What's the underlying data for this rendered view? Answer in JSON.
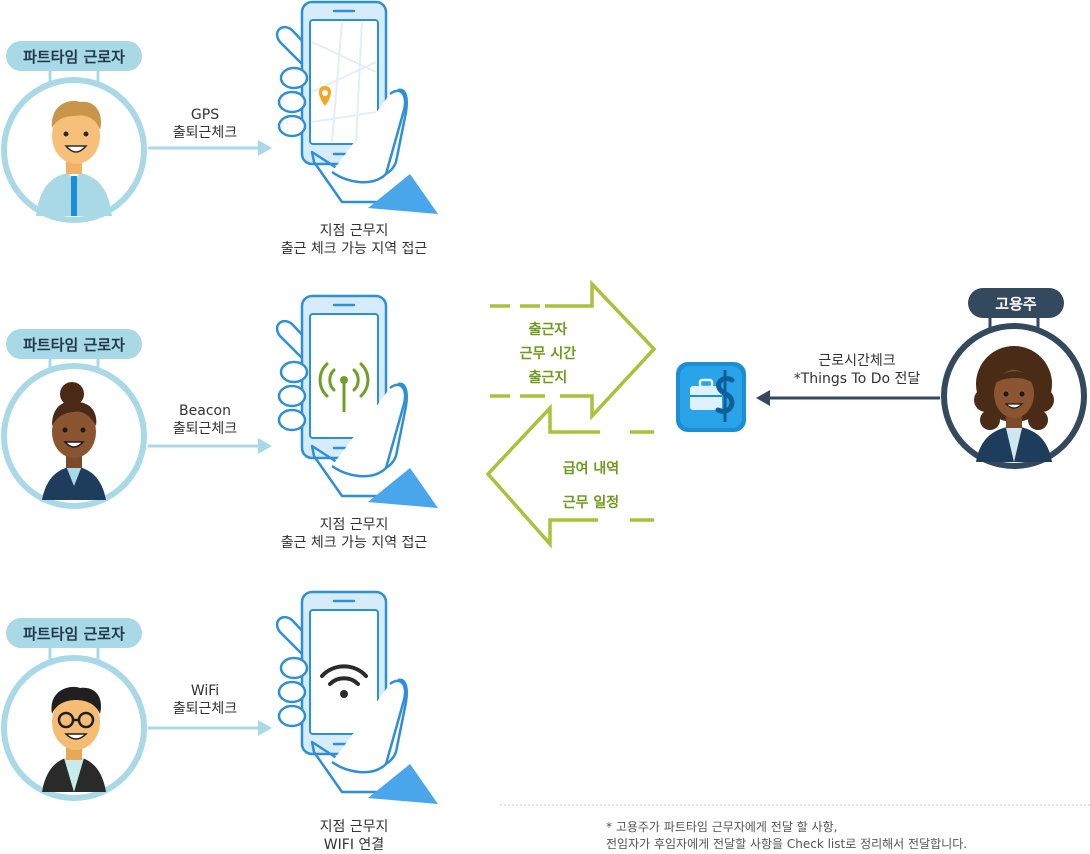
{
  "workers": [
    {
      "tag": "파트타임 근로자",
      "method": "GPS",
      "action": "출퇴근체크",
      "loc_line1": "지점 근무지",
      "loc_line2": "출근 체크 가능 지역 접근"
    },
    {
      "tag": "파트타임 근로자",
      "method": "Beacon",
      "action": "출퇴근체크",
      "loc_line1": "지점 근무지",
      "loc_line2": "출근 체크 가능 지역 접근"
    },
    {
      "tag": "파트타임 근로자",
      "method": "WiFi",
      "action": "출퇴근체크",
      "loc_line1": "지점 근무지",
      "loc_line2": "WIFI 연결"
    }
  ],
  "to_app": [
    "출근자",
    "근무 시간",
    "출근지"
  ],
  "from_app": [
    "급여 내역",
    "근무 일정"
  ],
  "employer": {
    "tag": "고용주",
    "line1": "근로시간체크",
    "line2": "*Things To Do 전달"
  },
  "note": {
    "line1": "* 고용주가 파트타임 근무자에게 전달 할 사항,",
    "line2": "전임자가 후임자에게 전달할 사항을 Check list로 정리해서 전달합니다."
  },
  "colors": {
    "green": "#a8c23a",
    "light_blue": "#a9d9e6",
    "navy": "#34495e",
    "app_blue": "#1a8fd6"
  }
}
